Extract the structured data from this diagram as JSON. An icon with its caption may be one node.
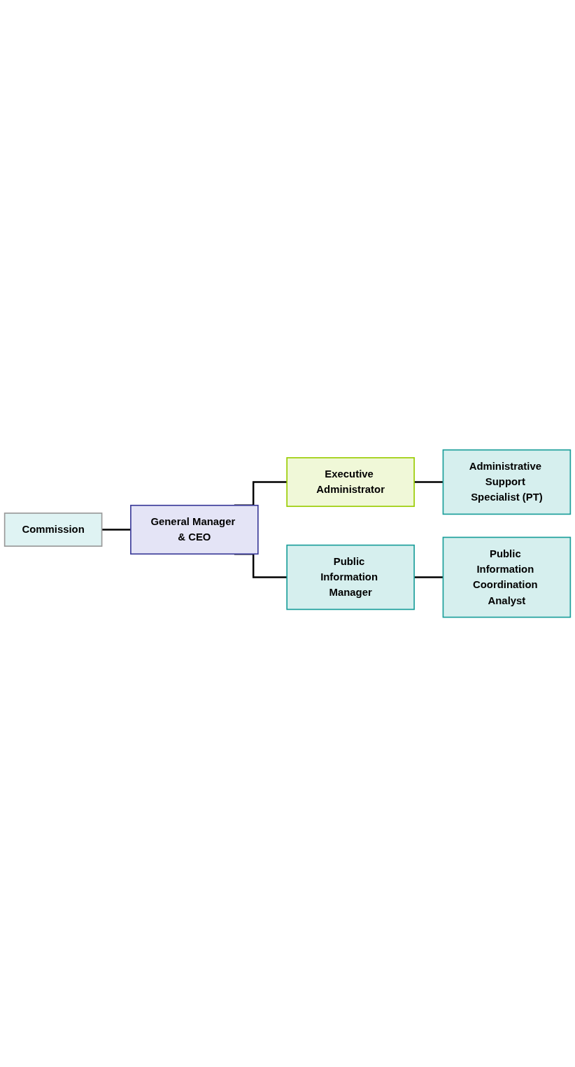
{
  "diagram": {
    "nodes": [
      {
        "text": [
          "Commission"
        ]
      },
      {
        "text": [
          "General Manager & CEO"
        ]
      },
      {
        "text": [
          "Executive Administrator"
        ]
      },
      {
        "text": [
          "Administrative Support Specialist (PT)"
        ]
      },
      {
        "text": [
          "Public Information Manager"
        ]
      },
      {
        "text": [
          "Public Information Coordination Analyst"
        ]
      }
    ],
    "edges": [
      {
        "from": 0,
        "to": 1,
        "arrow": "none"
      },
      {
        "from": 1,
        "to": 2,
        "arrow": "none"
      },
      {
        "from": 1,
        "to": 4,
        "arrow": "none"
      },
      {
        "from": 2,
        "to": 3,
        "arrow": "none"
      },
      {
        "from": 4,
        "to": 5,
        "arrow": "none"
      }
    ]
  }
}
